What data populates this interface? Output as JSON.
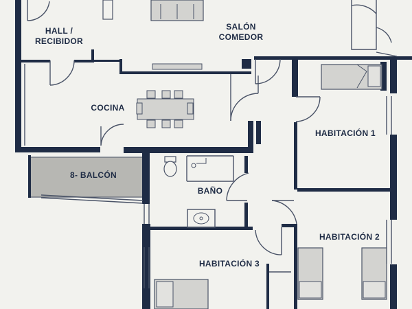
{
  "colors": {
    "background": "#f2f2ee",
    "wall": "#1f2c45",
    "line": "#4a5367",
    "furniture": "#d3d3d0",
    "balcony_fill": "#bdbdb8"
  },
  "rooms": {
    "hall": {
      "line1": "HALL /",
      "line2": "RECIBIDOR"
    },
    "salon": {
      "line1": "SALÓN",
      "line2": "COMEDOR"
    },
    "cocina": {
      "label": "COCINA"
    },
    "balcon": {
      "label": "8- BALCÓN"
    },
    "bano": {
      "label": "BAÑO"
    },
    "habitacion1": {
      "label": "HABITACIÓN 1"
    },
    "habitacion2": {
      "label": "HABITACIÓN 2"
    },
    "habitacion3": {
      "label": "HABITACIÓN 3"
    }
  },
  "icons": [
    "sofa-icon",
    "dining-table-icon",
    "bed-icon",
    "toilet-icon",
    "shower-icon",
    "sink-icon",
    "door-swing-icon",
    "window-icon"
  ]
}
